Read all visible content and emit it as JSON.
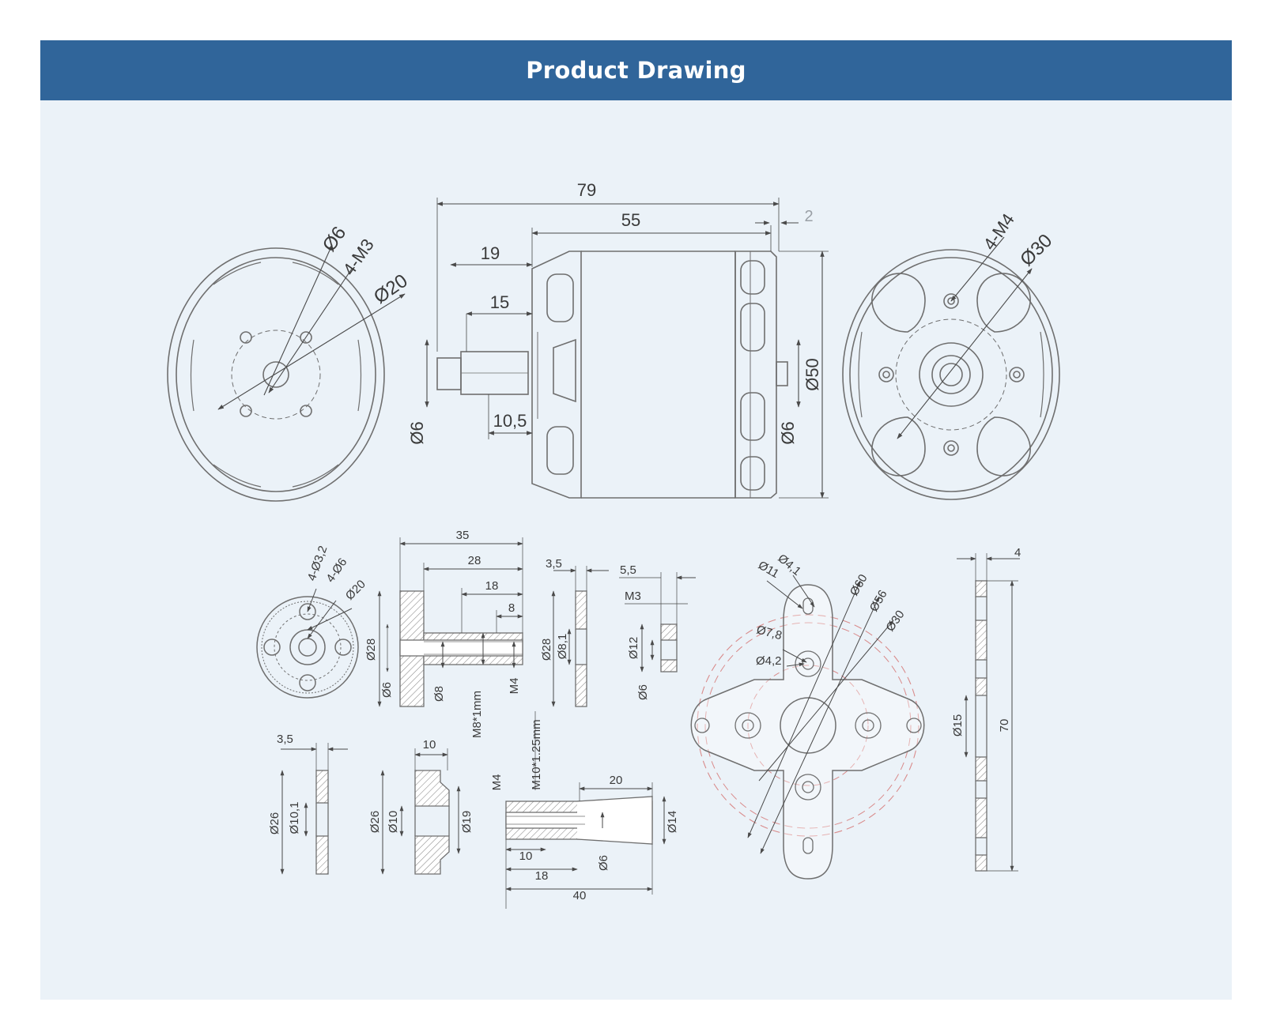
{
  "header": {
    "title": "Product Drawing"
  },
  "colors": {
    "header_bg": "#30659a",
    "panel_bg": "#ebf2f8",
    "line": "#6f6f6f",
    "dim": "#555555",
    "red_center": "#d98b8b"
  },
  "views": {
    "front_flange": {
      "labels": [
        "Ø6",
        "4-M3",
        "Ø20"
      ]
    },
    "side_motor": {
      "labels": [
        "79",
        "55",
        "2",
        "19",
        "15",
        "10,5",
        "Ø6",
        "Ø6",
        "Ø50"
      ]
    },
    "rear_end": {
      "labels": [
        "4-M4",
        "Ø30"
      ]
    },
    "prop_adapter_front": {
      "labels": [
        "4-Ø3,2",
        "4-Ø6",
        "Ø20"
      ]
    },
    "prop_adapter_section": {
      "labels": [
        "35",
        "28",
        "18",
        "8",
        "Ø28",
        "Ø6",
        "Ø8",
        "M8*1mm",
        "M4"
      ]
    },
    "washer_a": {
      "labels": [
        "3,5",
        "Ø28",
        "Ø8,1"
      ]
    },
    "collet_nut": {
      "labels": [
        "5,5",
        "M3",
        "Ø12",
        "Ø6"
      ]
    },
    "washer_b": {
      "labels": [
        "3,5",
        "Ø26",
        "Ø10,1"
      ]
    },
    "cone": {
      "labels": [
        "10",
        "Ø26",
        "Ø10",
        "Ø19"
      ]
    },
    "shaft_adapter": {
      "labels": [
        "M10*1.25mm",
        "M4",
        "20",
        "Ø14",
        "10",
        "18",
        "40",
        "Ø6"
      ]
    },
    "cross_mount": {
      "labels": [
        "Ø4,1",
        "Ø11",
        "Ø60",
        "Ø56",
        "Ø30",
        "Ø7,8",
        "Ø4,2"
      ]
    },
    "mount_side": {
      "labels": [
        "4",
        "Ø15",
        "70"
      ]
    }
  }
}
